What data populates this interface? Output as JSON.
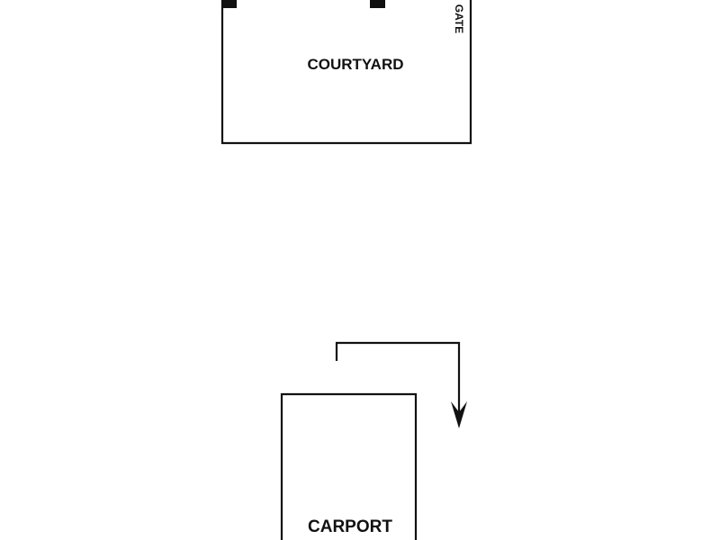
{
  "plan": {
    "courtyard": {
      "label": "COURTYARD",
      "gate_label": "GATE"
    },
    "carport": {
      "label": "CARPORT"
    }
  }
}
